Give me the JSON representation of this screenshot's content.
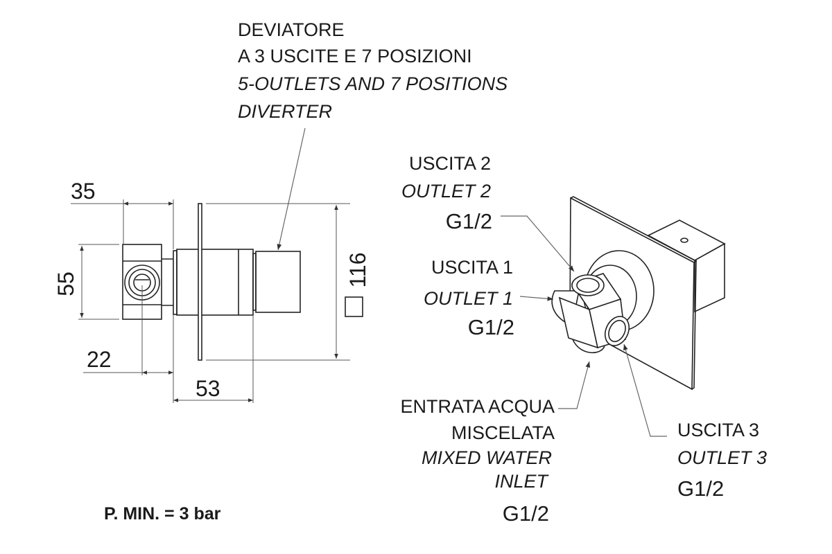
{
  "title": {
    "line1": "DEVIATORE",
    "line2": "A 3 USCITE E 7 POSIZIONI",
    "line3": "5-OUTLETS AND 7 POSITIONS",
    "line4": "DIVERTER"
  },
  "dimensions": {
    "d35": "35",
    "d55": "55",
    "d22": "22",
    "d53": "53",
    "d116": "116"
  },
  "labels": {
    "outlet2": {
      "it": "USCITA 2",
      "en": "OUTLET 2",
      "thread": "G1/2"
    },
    "outlet1": {
      "it": "USCITA 1",
      "en": "OUTLET 1",
      "thread": "G1/2"
    },
    "inlet": {
      "it1": "ENTRATA ACQUA",
      "it2": "MISCELATA",
      "en1": "MIXED WATER",
      "en2": "INLET",
      "thread": "G1/2"
    },
    "outlet3": {
      "it": "USCITA 3",
      "en": "OUTLET 3",
      "thread": "G1/2"
    }
  },
  "pressure_note": "P. MIN. = 3 bar"
}
